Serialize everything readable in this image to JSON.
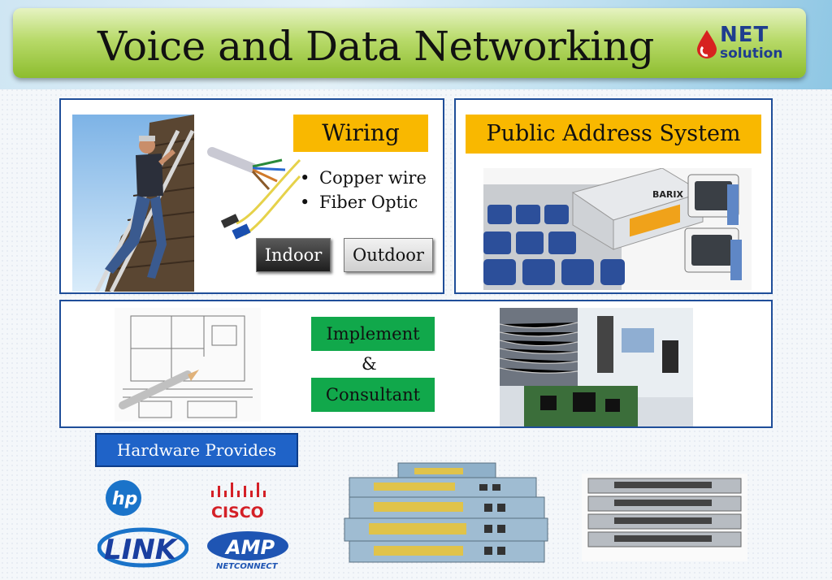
{
  "slide": {
    "title": "Voice and Data Networking",
    "logo": {
      "top": "NET",
      "bottom": "solution"
    }
  },
  "wiring": {
    "heading": "Wiring",
    "bullets": [
      "Copper wire",
      "Fiber Optic"
    ],
    "buttons": [
      "Indoor",
      "Outdoor"
    ]
  },
  "public_address": {
    "heading": "Public Address System",
    "device_brand": "BARIX"
  },
  "implement": {
    "line1": "Implement",
    "amp": "&",
    "line2": "Consultant"
  },
  "hardware": {
    "label": "Hardware Provides",
    "brands": [
      "hp",
      "CISCO",
      "LINK",
      "AMP",
      "NETCONNECT"
    ]
  },
  "colors": {
    "title_green": "#8dbd2e",
    "panel_border": "#1f4e99",
    "label_orange": "#f9b800",
    "label_green": "#11a84b",
    "hardware_blue": "#1f63c8"
  }
}
